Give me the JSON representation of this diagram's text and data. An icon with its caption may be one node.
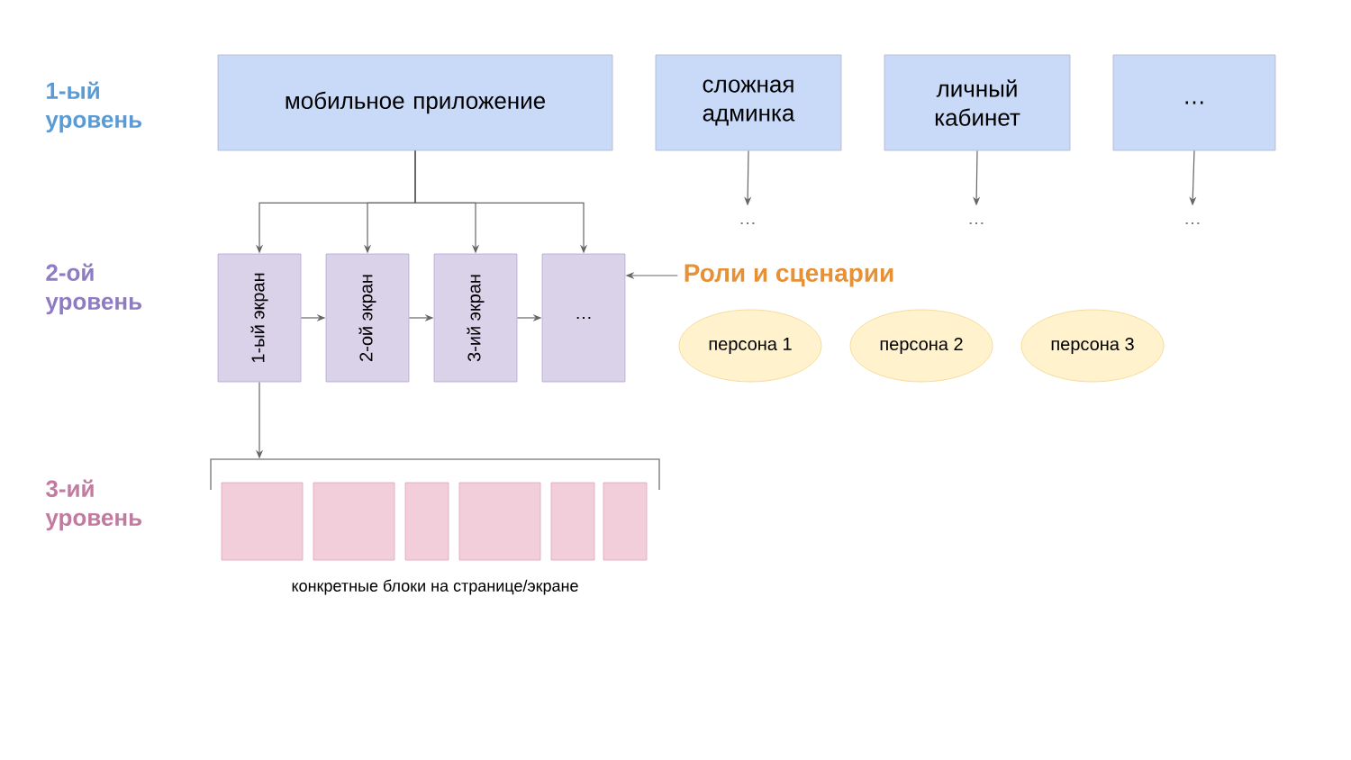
{
  "diagram": {
    "nodes": [
      {
        "text": [
          "мобильное приложение"
        ]
      },
      {
        "text": [
          "сложная админка"
        ]
      },
      {
        "text": [
          "личный кабинет"
        ]
      },
      {
        "text": [
          "…"
        ]
      },
      {
        "text": [
          "1-ый экран"
        ]
      },
      {
        "text": [
          "2-ой экран"
        ]
      },
      {
        "text": [
          "3-ий экран"
        ]
      },
      {
        "text": [
          "…"
        ]
      },
      {
        "text": [
          "…"
        ]
      },
      {
        "text": [
          "…"
        ]
      },
      {
        "text": [
          "…"
        ]
      },
      {
        "text": [
          "Роли и сценарии"
        ]
      },
      {
        "text": [
          "персона 1"
        ]
      },
      {
        "text": [
          "персона 2"
        ]
      },
      {
        "text": [
          "персона 3"
        ]
      },
      {
        "text": [
          "конкретные блоки на странице/экране"
        ]
      },
      {
        "text": [],
        "shape": "box",
        "in": 15
      },
      {
        "text": [],
        "shape": "box",
        "in": 15
      },
      {
        "text": [],
        "shape": "box",
        "in": 15
      },
      {
        "text": [],
        "shape": "box",
        "in": 15
      },
      {
        "text": [],
        "shape": "box",
        "in": 15
      },
      {
        "text": [],
        "shape": "box",
        "in": 15
      }
    ],
    "edges": [
      {
        "from": 0,
        "to": 4,
        "arrow": "to"
      },
      {
        "from": 0,
        "to": 5,
        "arrow": "to"
      },
      {
        "from": 0,
        "to": 6,
        "arrow": "to"
      },
      {
        "from": 0,
        "to": 7,
        "arrow": "to"
      },
      {
        "from": 1,
        "to": 8,
        "arrow": "to"
      },
      {
        "from": 2,
        "to": 9,
        "arrow": "to"
      },
      {
        "from": 3,
        "to": 10,
        "arrow": "to"
      },
      {
        "from": 4,
        "to": 5,
        "arrow": "to"
      },
      {
        "from": 5,
        "to": 6,
        "arrow": "to"
      },
      {
        "from": 6,
        "to": 7,
        "arrow": "to"
      },
      {
        "from": 11,
        "to": 7,
        "arrow": "to"
      },
      {
        "from": 4,
        "to": 15,
        "arrow": "to"
      }
    ],
    "labels": [
      "1-ый уровень",
      "2-ой уровень",
      "3-ий уровень"
    ]
  }
}
